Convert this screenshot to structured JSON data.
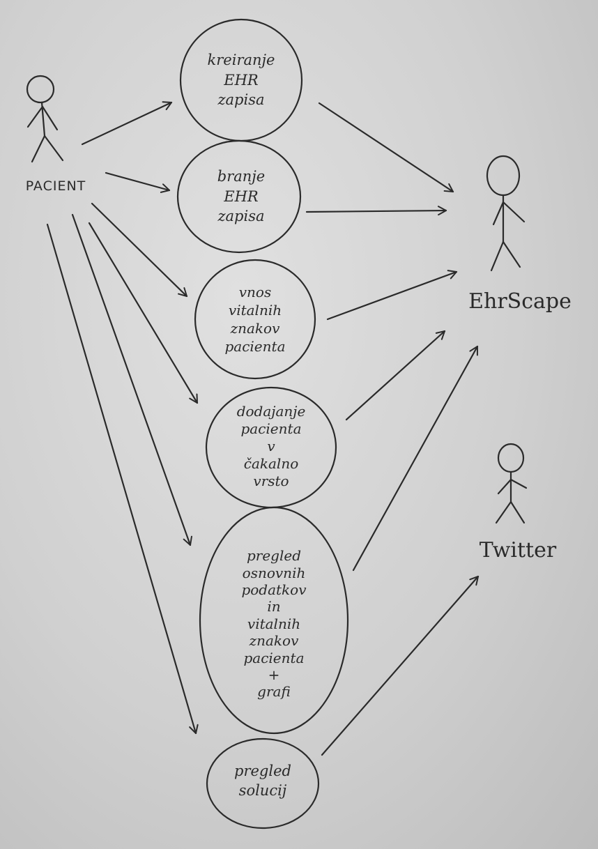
{
  "diagram": {
    "actors": {
      "pacient": {
        "name": "PACIENT"
      },
      "ehrscape": {
        "name": "EhrScape"
      },
      "twitter": {
        "name": "Twitter"
      }
    },
    "use_cases": [
      {
        "id": "uc1",
        "lines": [
          "kreiranje",
          "EHR",
          "zapisa"
        ]
      },
      {
        "id": "uc2",
        "lines": [
          "branje",
          "EHR",
          "zapisa"
        ]
      },
      {
        "id": "uc3",
        "lines": [
          "vnos",
          "vitalnih",
          "znakov",
          "pacienta"
        ]
      },
      {
        "id": "uc4",
        "lines": [
          "dodajanje",
          "pacienta",
          "v",
          "čakalno",
          "vrsto"
        ]
      },
      {
        "id": "uc5",
        "lines": [
          "pregled",
          "osnovnih",
          "podatkov",
          "in",
          "vitalnih",
          "znakov",
          "pacienta",
          "+",
          "grafi"
        ]
      },
      {
        "id": "uc6",
        "lines": [
          "pregled",
          "solucij"
        ]
      }
    ],
    "associations": [
      {
        "from": "pacient",
        "to": "uc1"
      },
      {
        "from": "pacient",
        "to": "uc2"
      },
      {
        "from": "pacient",
        "to": "uc3"
      },
      {
        "from": "pacient",
        "to": "uc4"
      },
      {
        "from": "pacient",
        "to": "uc5"
      },
      {
        "from": "pacient",
        "to": "uc6"
      },
      {
        "from": "uc1",
        "to": "ehrscape"
      },
      {
        "from": "uc2",
        "to": "ehrscape"
      },
      {
        "from": "uc3",
        "to": "ehrscape"
      },
      {
        "from": "uc4",
        "to": "ehrscape"
      },
      {
        "from": "uc5",
        "to": "ehrscape"
      },
      {
        "from": "uc6",
        "to": "twitter"
      }
    ],
    "colors": {
      "ink": "#2a2a2a",
      "paper": "#d0d0d0"
    }
  }
}
